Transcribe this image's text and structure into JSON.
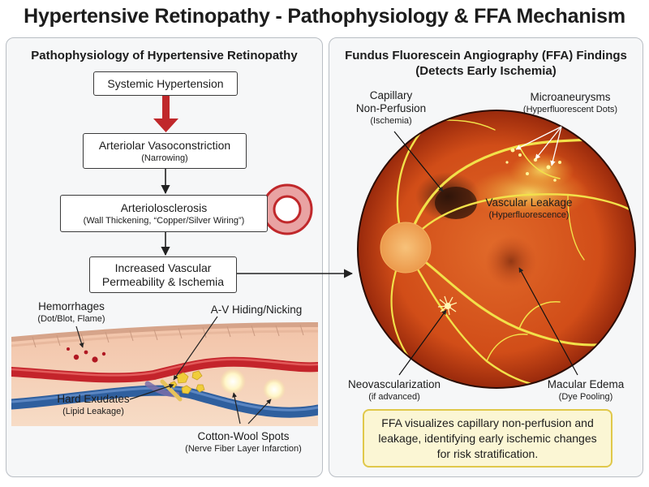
{
  "title": "Hypertensive Retinopathy - Pathophysiology & FFA Mechanism",
  "left_panel": {
    "title": "Pathophysiology of Hypertensive Retinopathy",
    "flow": [
      {
        "label": "Systemic Hypertension",
        "detail": ""
      },
      {
        "label": "Arteriolar Vasoconstriction",
        "detail": "(Narrowing)"
      },
      {
        "label": "Arteriolosclerosis",
        "detail": "(Wall Thickening, “Copper/Silver Wiring”)"
      },
      {
        "label_line1": "Increased Vascular",
        "label_line2": "Permeability & Ischemia"
      }
    ],
    "vessel_labels": {
      "hemorrhages": {
        "label": "Hemorrhages",
        "detail": "(Dot/Blot, Flame)"
      },
      "av_nicking": {
        "label": "A-V Hiding/Nicking"
      },
      "hard_exudates": {
        "label": "Hard Exudates",
        "detail": "(Lipid Leakage)"
      },
      "cotton_wool": {
        "label": "Cotton-Wool Spots",
        "detail": "(Nerve Fiber Layer Infarction)"
      }
    }
  },
  "right_panel": {
    "title_line1": "Fundus Fluorescein Angiography (FFA) Findings",
    "title_line2": "(Detects Early Ischemia)",
    "labels": {
      "non_perfusion": {
        "line1": "Capillary",
        "line2": "Non-Perfusion",
        "detail": "(Ischemia)"
      },
      "microaneurysms": {
        "label": "Microaneurysms",
        "detail": "(Hyperfluorescent Dots)"
      },
      "leakage": {
        "label": "Vascular Leakage",
        "detail": "(Hyperfluorescence)"
      },
      "neovascularization": {
        "label": "Neovascularization",
        "detail": "(if advanced)"
      },
      "macular_edema": {
        "label": "Macular Edema",
        "detail": "(Dye Pooling)"
      }
    },
    "summary": "FFA visualizes capillary non-perfusion and leakage, identifying early ischemic changes for risk stratification."
  },
  "colors": {
    "flow_arrow_red": "#c0282b",
    "fundus_orange": "#d4521a",
    "vessel_yellow": "#f2e14a",
    "artery_red": "#c4242b",
    "vein_blue": "#2f5f9e",
    "summary_bg": "#fbf6d4"
  }
}
